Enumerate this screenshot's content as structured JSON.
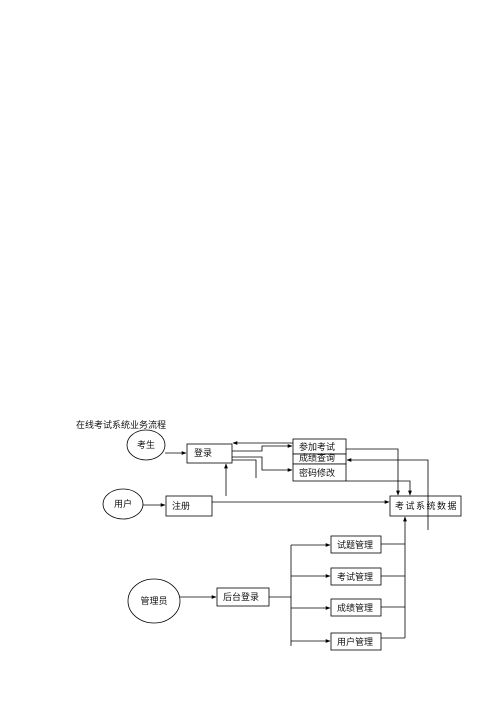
{
  "diagram": {
    "title": "在线考试系统业务流程",
    "actors": {
      "student": "考生",
      "user": "用户",
      "admin": "管理员"
    },
    "processes": {
      "login": "登录",
      "register": "注册",
      "take_exam": "参加考试",
      "score_query": "成绩查询",
      "password_change": "密码修改",
      "backend_login": "后台登录",
      "question_mgmt": "试题管理",
      "exam_mgmt": "考试管理",
      "score_mgmt": "成绩管理",
      "user_mgmt": "用户管理"
    },
    "datastore": "考试系统数据"
  }
}
